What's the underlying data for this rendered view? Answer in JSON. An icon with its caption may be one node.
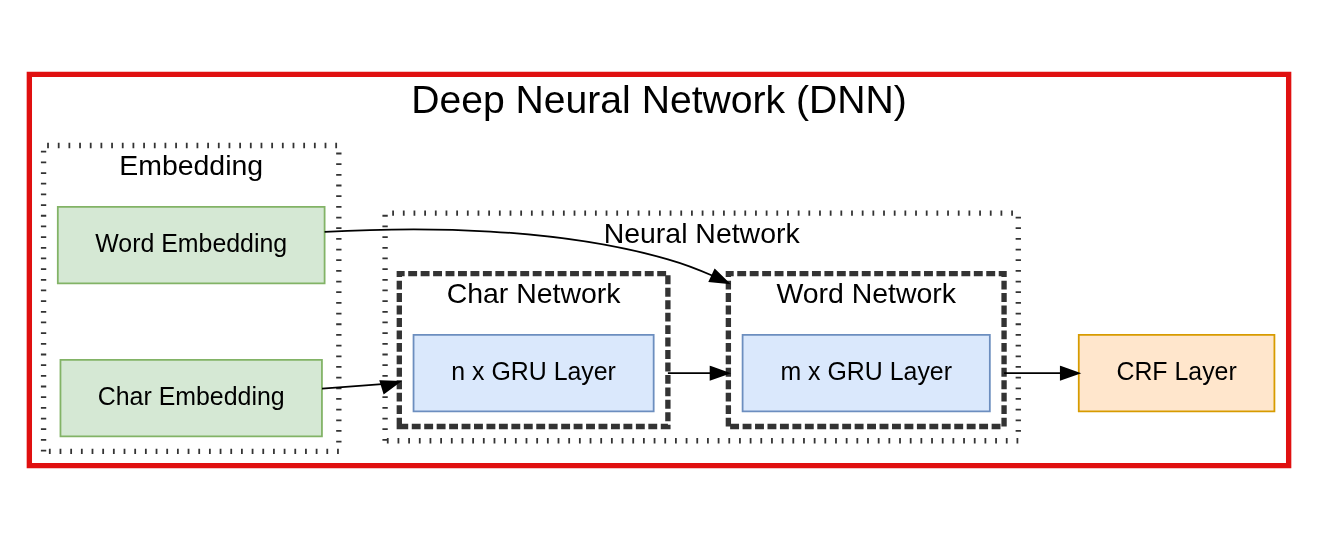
{
  "diagram": {
    "nodes": [
      {
        "text": [
          "Deep Neural Network (DNN)"
        ]
      },
      {
        "text": [
          "Embedding"
        ],
        "in": 0
      },
      {
        "text": [
          "Char Embedding"
        ],
        "in": 1
      },
      {
        "text": [
          "Word Embedding"
        ],
        "in": 1
      },
      {
        "text": [
          "Neural Network"
        ],
        "in": 0
      },
      {
        "text": [
          "Char Network"
        ],
        "in": 4
      },
      {
        "text": [
          "n x GRU Layer"
        ],
        "in": 5
      },
      {
        "text": [
          "Word Network"
        ],
        "in": 4
      },
      {
        "text": [
          "m x GRU Layer"
        ],
        "in": 7
      },
      {
        "text": [
          "CRF Layer"
        ],
        "in": 0
      }
    ],
    "edges": [
      {
        "from": 2,
        "to": 5,
        "arrow": "to"
      },
      {
        "from": 3,
        "to": 7,
        "arrow": "to"
      },
      {
        "from": 5,
        "to": 7,
        "arrow": "to"
      },
      {
        "from": 7,
        "to": 9,
        "arrow": "to"
      }
    ]
  }
}
